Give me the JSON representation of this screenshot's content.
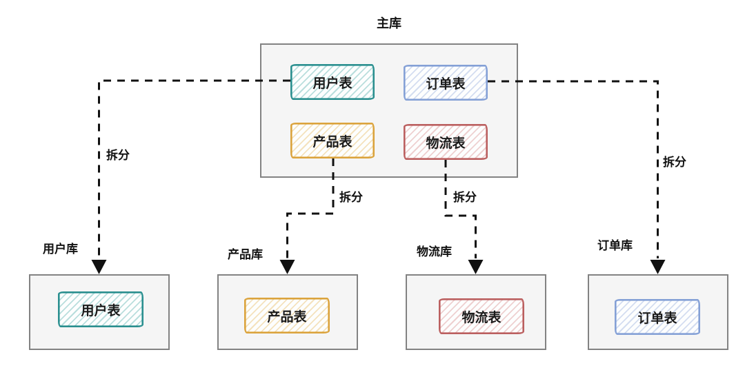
{
  "main_db": {
    "label": "主库",
    "tables": {
      "user": "用户表",
      "order": "订单表",
      "product": "产品表",
      "logistics": "物流表"
    }
  },
  "shards": {
    "user": {
      "db": "用户库",
      "table": "用户表"
    },
    "product": {
      "db": "产品库",
      "table": "产品表"
    },
    "logistics": {
      "db": "物流库",
      "table": "物流表"
    },
    "order": {
      "db": "订单库",
      "table": "订单表"
    }
  },
  "arrows": {
    "user": "拆分",
    "product": "拆分",
    "logistics": "拆分",
    "order": "拆分"
  },
  "colors": {
    "teal": "#2a8f8f",
    "teal-hatch": "#b9dedd",
    "blue": "#84a0d6",
    "blue-hatch": "#d3ddf0",
    "orange": "#dba33c",
    "orange-hatch": "#f4e2bd",
    "red": "#bb5f5f",
    "red-hatch": "#eed0d0",
    "box-border": "#828282",
    "box-bg": "#f5f5f5",
    "ink": "#111111"
  }
}
